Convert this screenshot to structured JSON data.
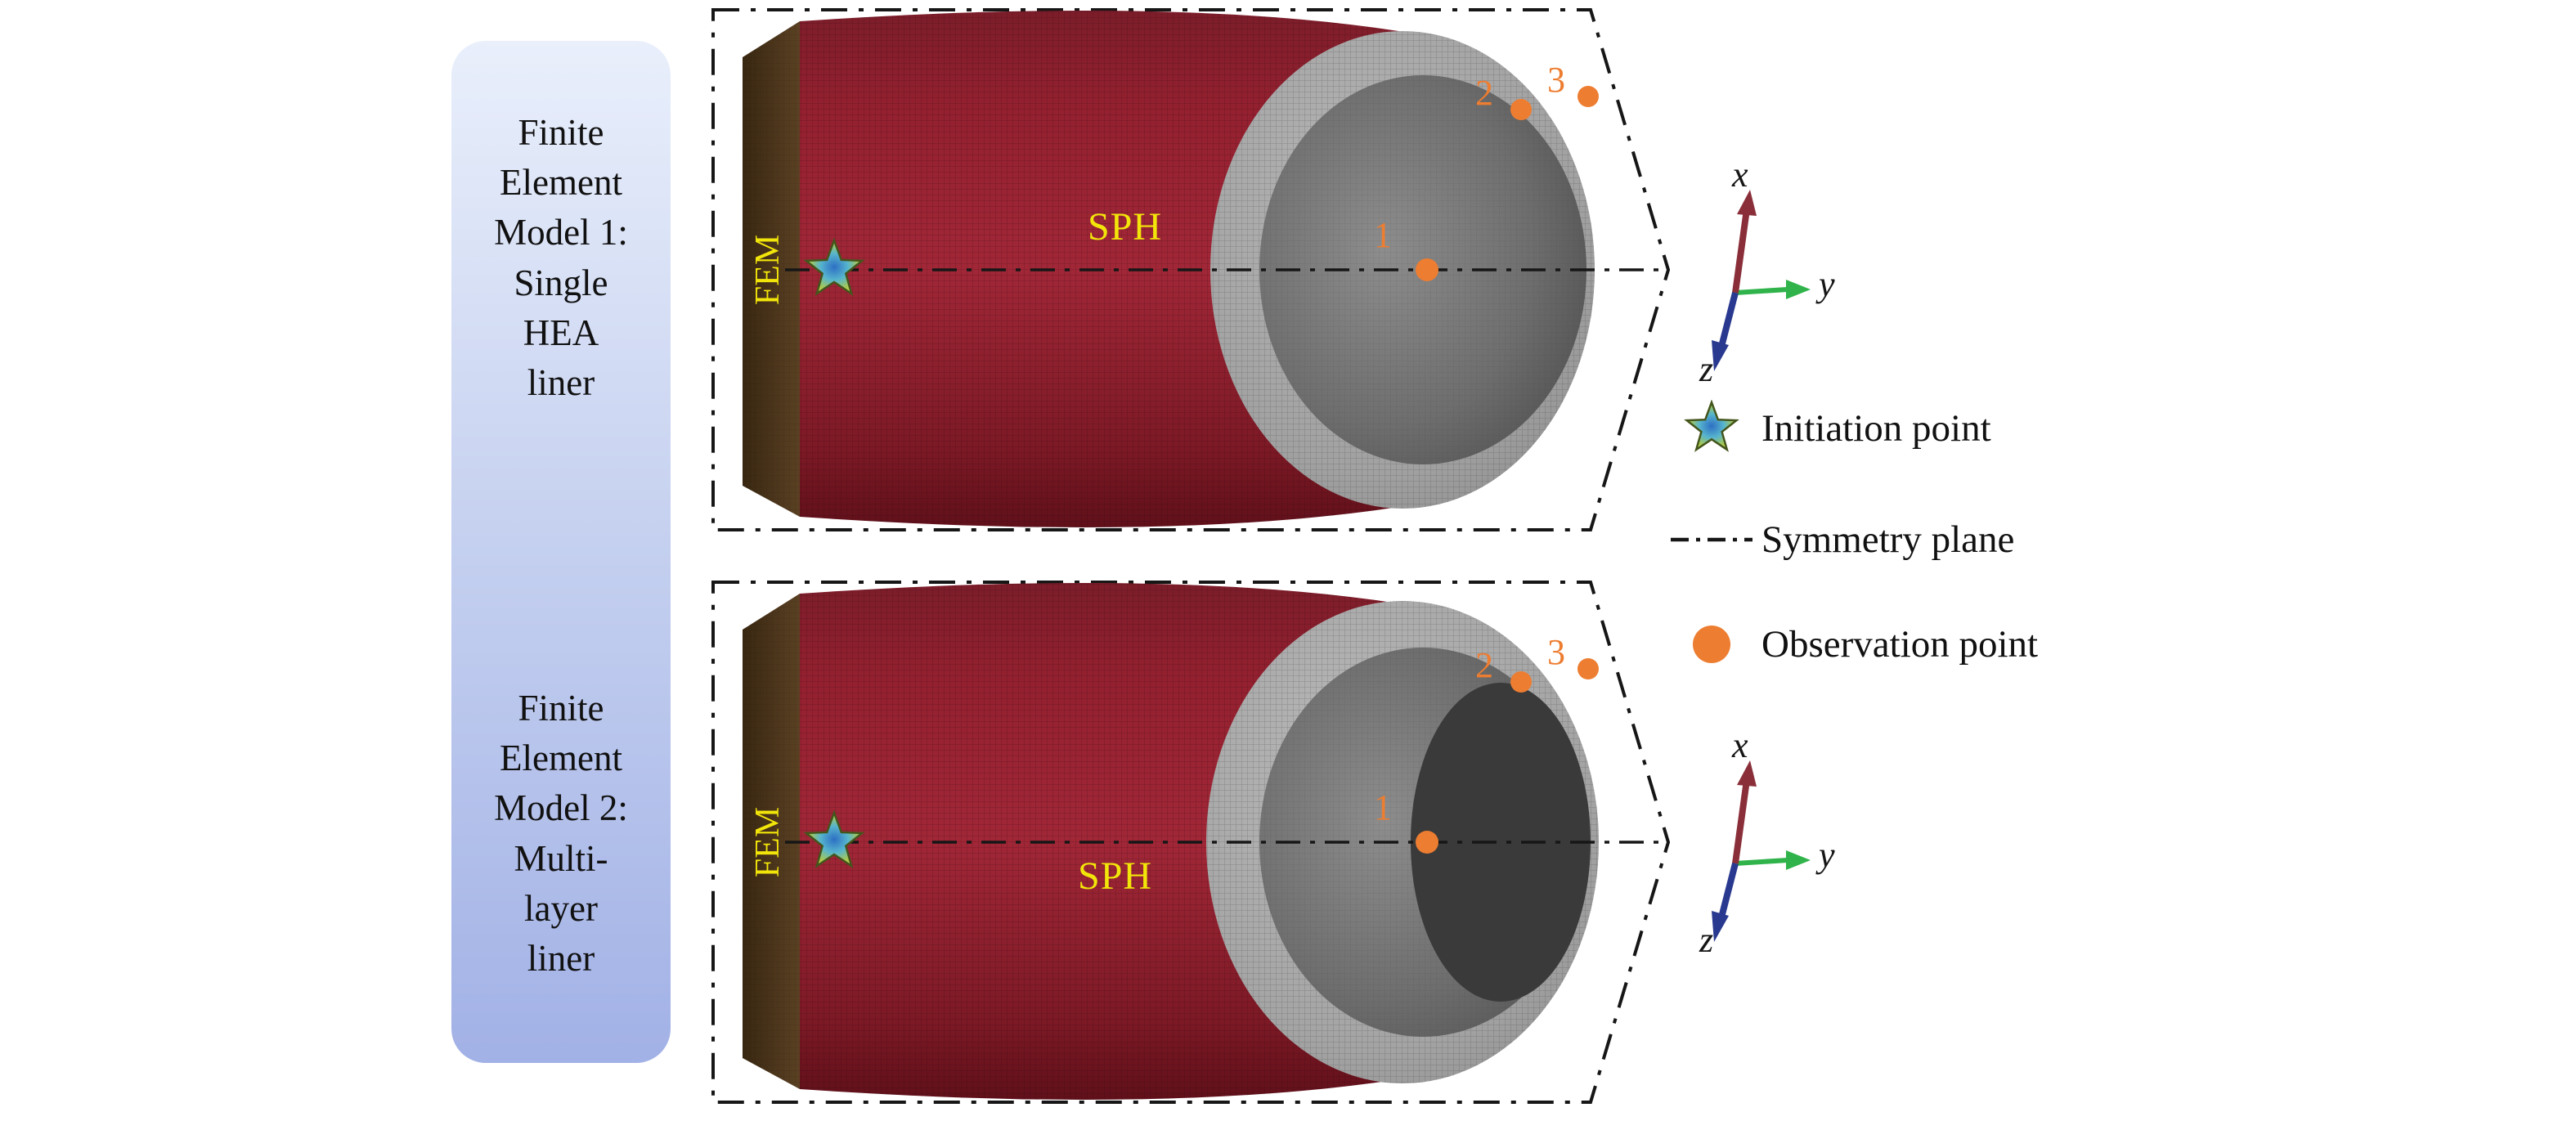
{
  "panel": {
    "model1_label": "Finite\nElement\nModel 1:\nSingle\nHEA\nliner",
    "model2_label": "Finite\nElement\nModel 2:\nMulti-\nlayer\nliner"
  },
  "models": [
    {
      "fem_label": "FEM",
      "sph_label": "SPH",
      "observation_points": [
        {
          "label": "1"
        },
        {
          "label": "2"
        },
        {
          "label": "3"
        }
      ],
      "axes": {
        "x": "x",
        "y": "y",
        "z": "z"
      }
    },
    {
      "fem_label": "FEM",
      "sph_label": "SPH",
      "observation_points": [
        {
          "label": "1"
        },
        {
          "label": "2"
        },
        {
          "label": "3"
        }
      ],
      "axes": {
        "x": "x",
        "y": "y",
        "z": "z"
      }
    }
  ],
  "legend": [
    {
      "icon": "initiation-star-icon",
      "label": "Initiation point"
    },
    {
      "icon": "symmetry-plane-line-icon",
      "label": "Symmetry plane"
    },
    {
      "icon": "observation-point-dot-icon",
      "label": "Observation point"
    }
  ],
  "colors": {
    "orange": "#ed7d31",
    "yellow": "#f2e50a",
    "maroon": "#9d2433",
    "fem-brown": "#4a351d",
    "liner-gray": "#a3a3a3",
    "cavity-gray": "#5e5e5e",
    "inner-layer-dark": "#3a3a3a",
    "panel-top": "#e9effb",
    "panel-bottom": "#a2b1e6",
    "axis-x": "#8a2f3a",
    "axis-y": "#2fb34a",
    "axis-z": "#29398f",
    "outline": "#161616"
  }
}
